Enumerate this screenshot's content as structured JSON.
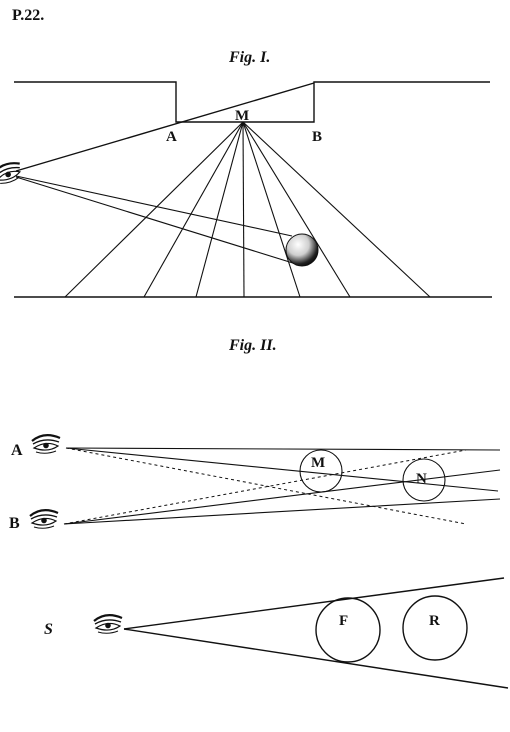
{
  "page_label": "P.22.",
  "fig1": {
    "caption": "Fig. I.",
    "labels": {
      "a": "A",
      "m": "M",
      "b": "B"
    }
  },
  "fig2": {
    "caption": "Fig. II.",
    "labels": {
      "a": "A",
      "b": "B",
      "m": "M",
      "n": "N",
      "s": "S",
      "f": "F",
      "r": "R"
    }
  }
}
